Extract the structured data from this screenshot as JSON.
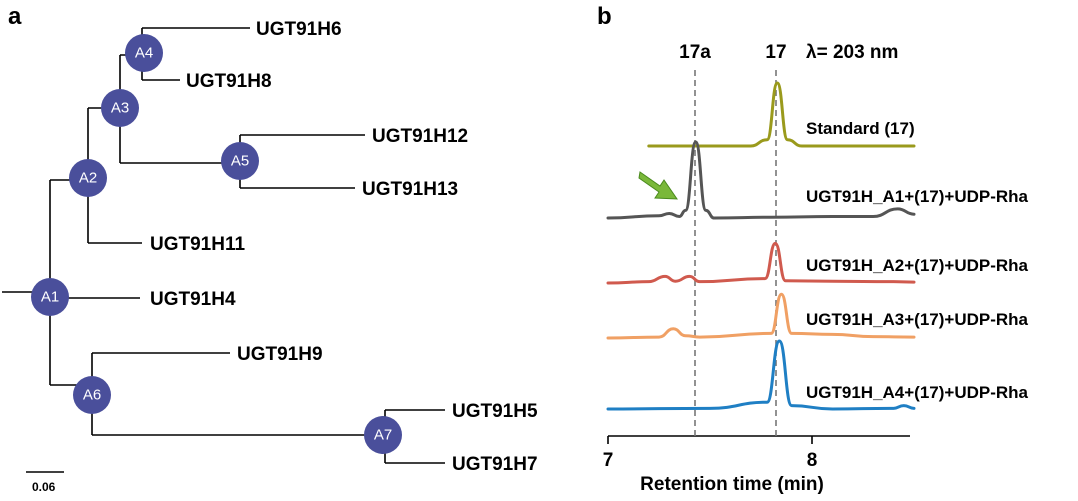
{
  "panel_a": {
    "letter": "a",
    "nodes": [
      {
        "id": "A1",
        "label": "A1"
      },
      {
        "id": "A2",
        "label": "A2"
      },
      {
        "id": "A3",
        "label": "A3"
      },
      {
        "id": "A4",
        "label": "A4"
      },
      {
        "id": "A5",
        "label": "A5"
      },
      {
        "id": "A6",
        "label": "A6"
      },
      {
        "id": "A7",
        "label": "A7"
      }
    ],
    "leaves": [
      {
        "id": "h6",
        "label": "UGT91H6"
      },
      {
        "id": "h8",
        "label": "UGT91H8"
      },
      {
        "id": "h12",
        "label": "UGT91H12"
      },
      {
        "id": "h13",
        "label": "UGT91H13"
      },
      {
        "id": "h11",
        "label": "UGT91H11"
      },
      {
        "id": "h4",
        "label": "UGT91H4"
      },
      {
        "id": "h9",
        "label": "UGT91H9"
      },
      {
        "id": "h5",
        "label": "UGT91H5"
      },
      {
        "id": "h7",
        "label": "UGT91H7"
      }
    ],
    "scale_bar": "0.06",
    "node_color": "#4a4f9b"
  },
  "panel_b": {
    "letter": "b",
    "wavelength": "λ= 203 nm",
    "marker_17a": "17a",
    "marker_17": "17",
    "marker_17a_time": 7.43,
    "marker_17_time": 7.83
  },
  "chart_data": {
    "type": "line",
    "xlabel": "Retention time (min)",
    "xlim": [
      7,
      8.5
    ],
    "xticks": [
      7,
      8
    ],
    "series": [
      {
        "name": "Standard (17)",
        "color": "#9a9a1c",
        "x": [
          7.2,
          7.7,
          7.78,
          7.83,
          7.88,
          7.95,
          8.5
        ],
        "y": [
          0,
          0,
          0.1,
          1.0,
          0.1,
          0,
          0
        ]
      },
      {
        "name": "UGT91H_A1+(17)+UDP-Rha",
        "color": "#555555",
        "x": [
          7,
          7.25,
          7.3,
          7.35,
          7.38,
          7.43,
          7.48,
          7.52,
          7.8,
          8.1,
          8.3,
          8.42,
          8.5
        ],
        "y": [
          0,
          0.03,
          0.06,
          0.02,
          0.1,
          1.0,
          0.1,
          0,
          0.01,
          0.02,
          0.02,
          0.12,
          0.05
        ]
      },
      {
        "name": "UGT91H_A2+(17)+UDP-Rha",
        "color": "#d05a4e",
        "x": [
          7,
          7.2,
          7.28,
          7.33,
          7.4,
          7.45,
          7.77,
          7.82,
          7.87,
          8.1,
          8.4,
          8.5
        ],
        "y": [
          0,
          0.03,
          0.15,
          0.04,
          0.15,
          0.03,
          0.1,
          0.9,
          0.05,
          0.04,
          0.03,
          0.02
        ]
      },
      {
        "name": "UGT91H_A3+(17)+UDP-Rha",
        "color": "#f0a064",
        "x": [
          7,
          7.25,
          7.32,
          7.38,
          7.45,
          7.8,
          7.85,
          7.9,
          8.1,
          8.3,
          8.5
        ],
        "y": [
          0,
          0.02,
          0.2,
          0.05,
          0.02,
          0.1,
          0.95,
          0.1,
          0.08,
          0.03,
          0.02
        ]
      },
      {
        "name": "UGT91H_A4+(17)+UDP-Rha",
        "color": "#1f7fc4",
        "x": [
          7,
          7.5,
          7.78,
          7.84,
          7.9,
          8.1,
          8.4,
          8.45,
          8.5
        ],
        "y": [
          0,
          0.01,
          0.1,
          1.0,
          0.05,
          0,
          0.01,
          0.05,
          0.01
        ]
      }
    ],
    "annotations": [
      "17a",
      "17",
      "λ= 203 nm"
    ],
    "arrow_color": "#7ab83a"
  }
}
